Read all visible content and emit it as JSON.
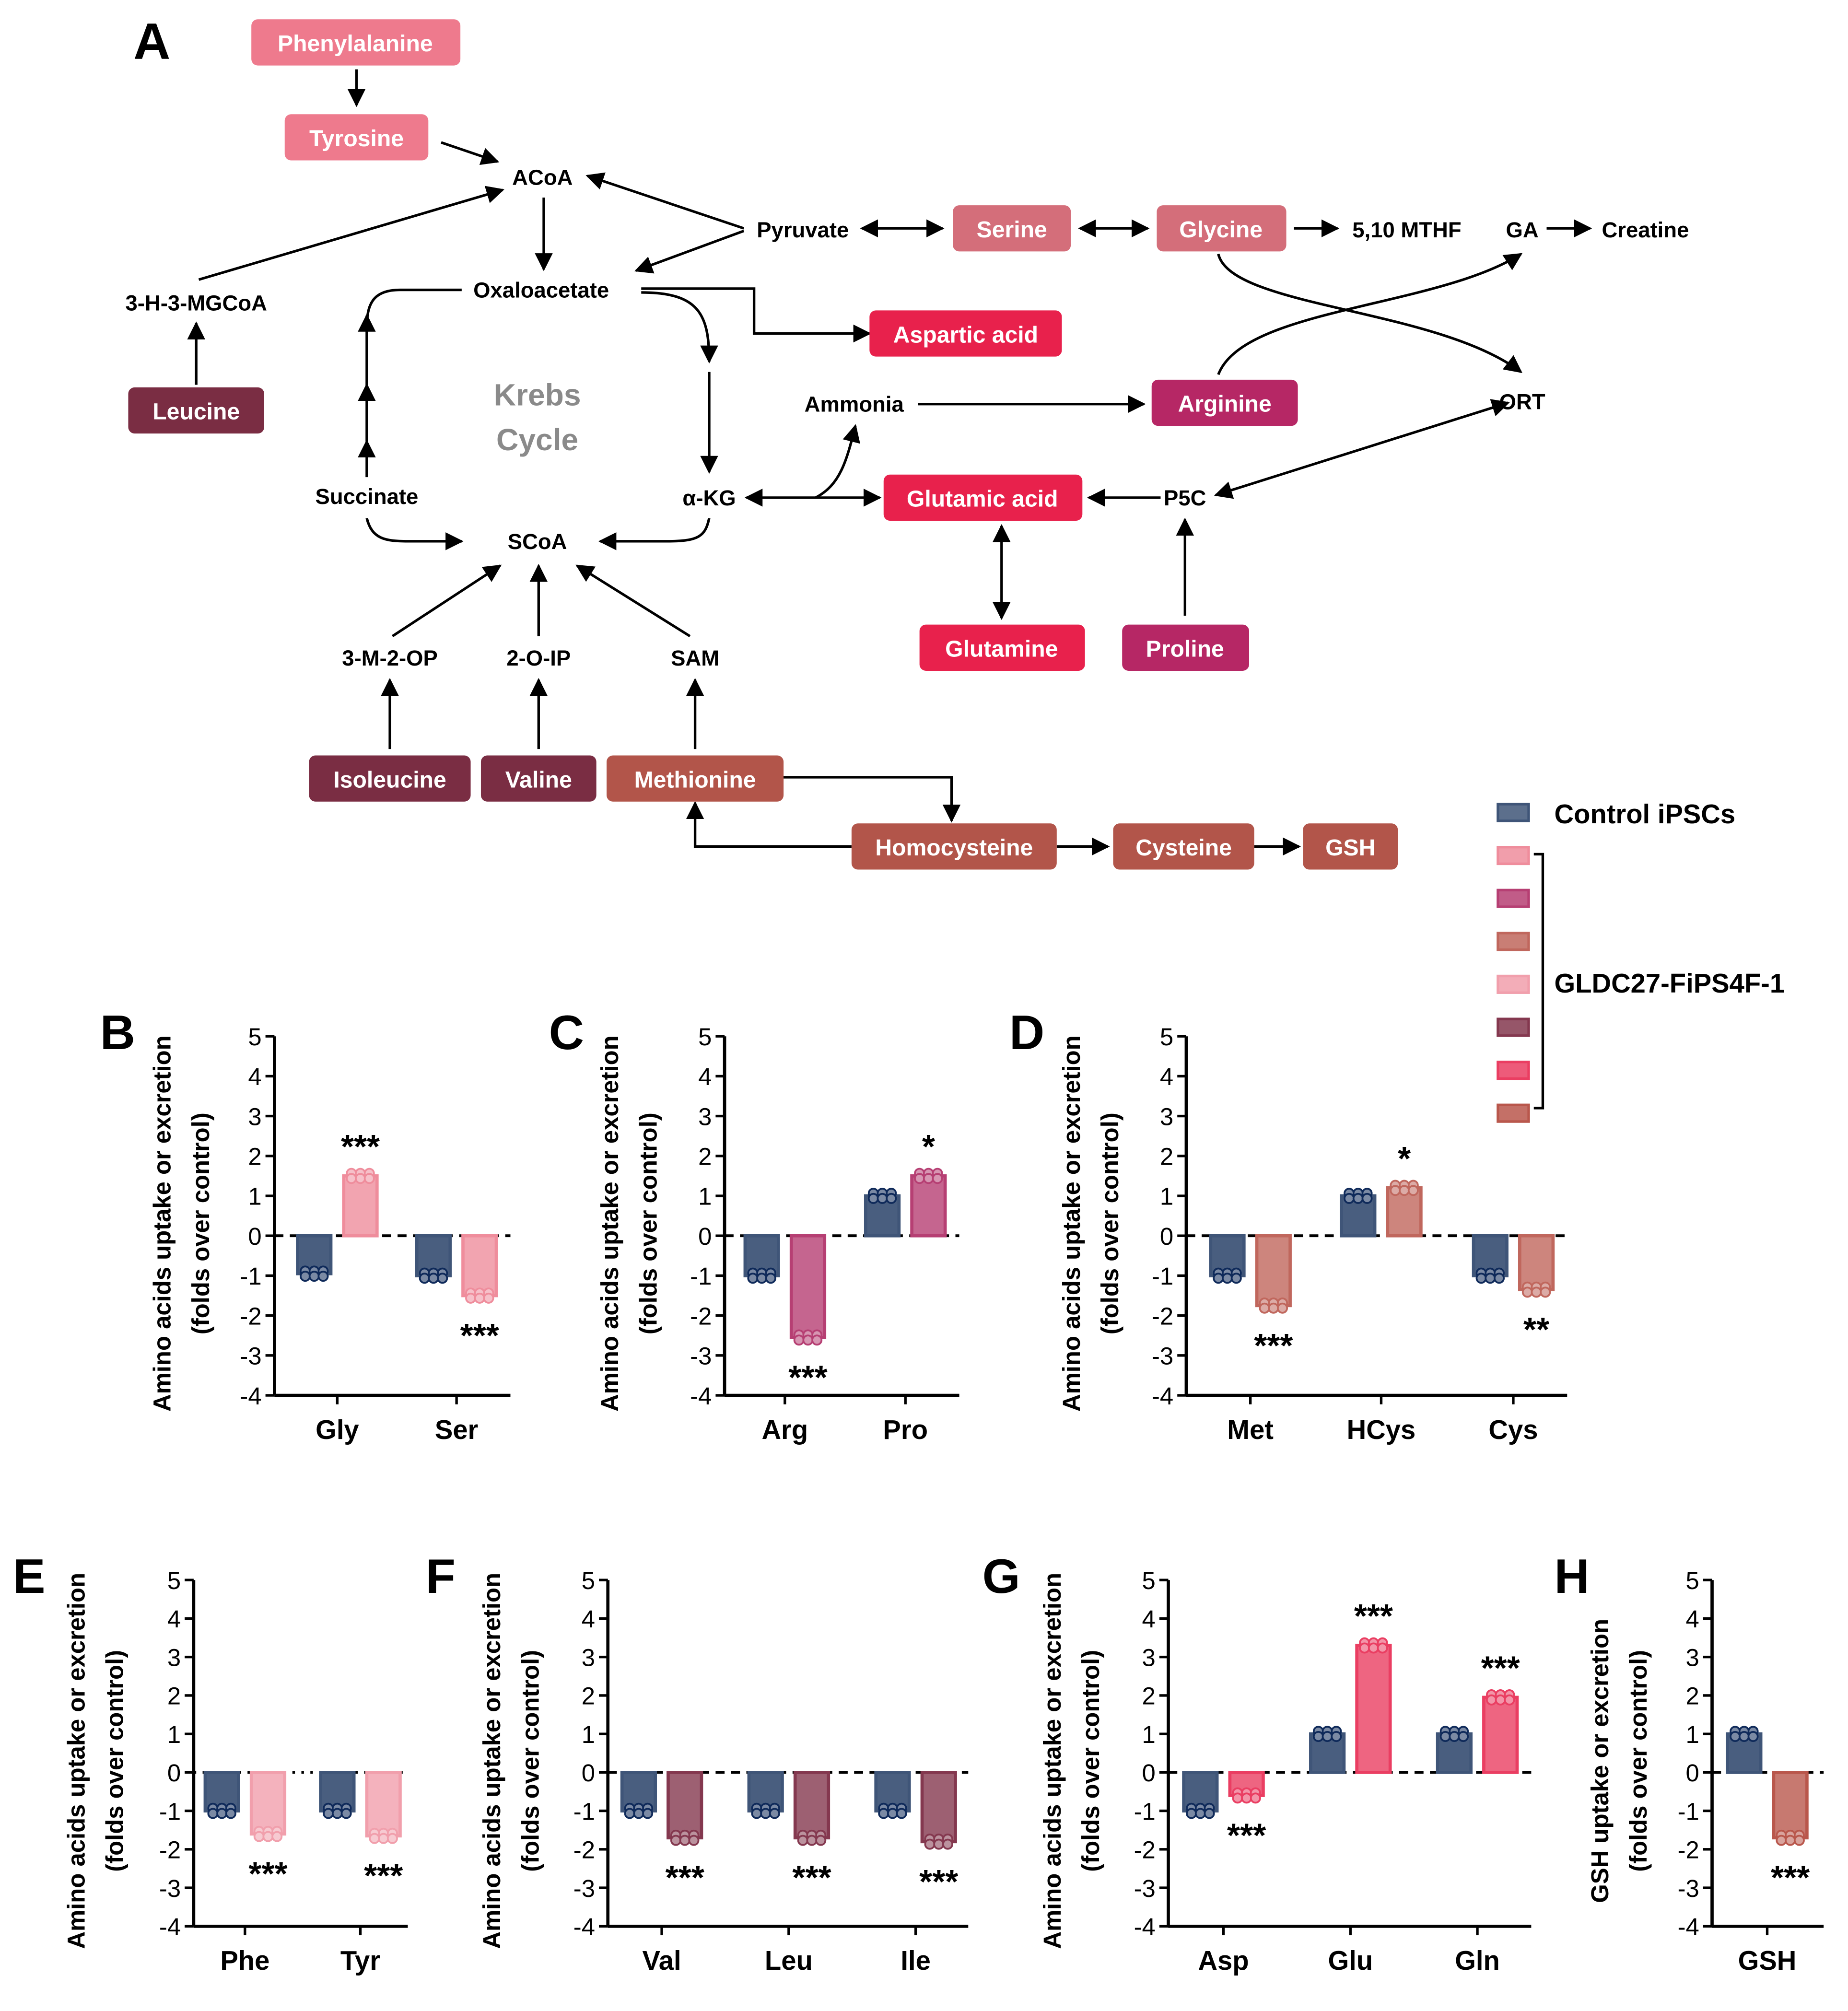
{
  "panel_letters": [
    "A",
    "B",
    "C",
    "D",
    "E",
    "F",
    "G",
    "H"
  ],
  "colors": {
    "control": "#3f5578",
    "control_dot": "#0f2a5a",
    "pink_light": "#ef8d9c",
    "magenta": "#b63f73",
    "rust": "#c0675d",
    "pink_soft": "#f19fac",
    "maroon": "#84384f",
    "red_pink": "#ea3e62",
    "terracotta": "#b9574c",
    "node_phe": "#ee7a8d",
    "node_ser": "#d46e7a",
    "node_red": "#e8214c",
    "node_arg": "#b62765",
    "node_maroon": "#7a2d43",
    "node_rust": "#b2554a",
    "krebs_text": "#8a8a8a"
  },
  "pathway": {
    "boxes": {
      "phe": "Phenylalanine",
      "tyr": "Tyrosine",
      "ser": "Serine",
      "gly": "Glycine",
      "asp": "Aspartic acid",
      "arg": "Arginine",
      "glu": "Glutamic acid",
      "gln": "Glutamine",
      "pro": "Proline",
      "leu": "Leucine",
      "ile": "Isoleucine",
      "val": "Valine",
      "met": "Methionine",
      "hcys": "Homocysteine",
      "cys": "Cysteine",
      "gsh": "GSH"
    },
    "labels": {
      "acoa": "ACoA",
      "pyr": "Pyruvate",
      "mthf": "5,10 MTHF",
      "ga": "GA",
      "creatine": "Creatine",
      "oaa": "Oxaloacetate",
      "hmgcoa": "3-H-3-MGCoA",
      "krebs1": "Krebs",
      "krebs2": "Cycle",
      "ammonia": "Ammonia",
      "ort": "ORT",
      "akg": "α-KG",
      "p5c": "P5C",
      "succ": "Succinate",
      "scoa": "SCoA",
      "m2op": "3-M-2-OP",
      "o2ip": "2-O-IP",
      "sam": "SAM"
    }
  },
  "legend": {
    "control_label": "Control iPSCs",
    "group_label": "GLDC27-FiPS4F-1"
  },
  "ylabel_aa": [
    "Amino acids uptake or excretion",
    "(folds over control)"
  ],
  "ylabel_gsh": [
    "GSH uptake or excretion",
    "(folds over control)"
  ],
  "chart_data": [
    {
      "panel": "B",
      "type": "bar",
      "categories": [
        "Gly",
        "Ser"
      ],
      "ylim": [
        -4,
        5
      ],
      "yticks": [
        "-4",
        "-3",
        "-2",
        "-1",
        "0",
        "1",
        "2",
        "3",
        "4",
        "5"
      ],
      "series": [
        {
          "values": [
            -0.95,
            -1.0
          ]
        },
        {
          "values": [
            1.5,
            -1.5
          ]
        }
      ],
      "significance": [
        "***",
        "***"
      ]
    },
    {
      "panel": "C",
      "type": "bar",
      "categories": [
        "Arg",
        "Pro"
      ],
      "ylim": [
        -4,
        5
      ],
      "yticks": [
        "-4",
        "-3",
        "-2",
        "-1",
        "0",
        "1",
        "2",
        "3",
        "4",
        "5"
      ],
      "series": [
        {
          "values": [
            -1.0,
            1.0
          ]
        },
        {
          "values": [
            -2.55,
            1.5
          ]
        }
      ],
      "significance": [
        "***",
        "*"
      ]
    },
    {
      "panel": "D",
      "type": "bar",
      "categories": [
        "Met",
        "HCys",
        "Cys"
      ],
      "ylim": [
        -4,
        5
      ],
      "yticks": [
        "-4",
        "-3",
        "-2",
        "-1",
        "0",
        "1",
        "2",
        "3",
        "4",
        "5"
      ],
      "series": [
        {
          "values": [
            -1.0,
            1.0,
            -1.0
          ]
        },
        {
          "values": [
            -1.75,
            1.2,
            -1.35
          ]
        }
      ],
      "significance": [
        "***",
        "*",
        "**"
      ]
    },
    {
      "panel": "E",
      "type": "bar",
      "categories": [
        "Phe",
        "Tyr"
      ],
      "ylim": [
        -4,
        5
      ],
      "yticks": [
        "-4",
        "-3",
        "-2",
        "-1",
        "0",
        "1",
        "2",
        "3",
        "4",
        "5"
      ],
      "series": [
        {
          "values": [
            -1.0,
            -1.0
          ]
        },
        {
          "values": [
            -1.6,
            -1.65
          ]
        }
      ],
      "significance": [
        "***",
        "***"
      ]
    },
    {
      "panel": "F",
      "type": "bar",
      "categories": [
        "Val",
        "Leu",
        "Ile"
      ],
      "ylim": [
        -4,
        5
      ],
      "yticks": [
        "-4",
        "-3",
        "-2",
        "-1",
        "0",
        "1",
        "2",
        "3",
        "4",
        "5"
      ],
      "series": [
        {
          "values": [
            -1.0,
            -1.0,
            -1.0
          ]
        },
        {
          "values": [
            -1.7,
            -1.7,
            -1.8
          ]
        }
      ],
      "significance": [
        "***",
        "***",
        "***"
      ]
    },
    {
      "panel": "G",
      "type": "bar",
      "categories": [
        "Asp",
        "Glu",
        "Gln"
      ],
      "ylim": [
        -4,
        5
      ],
      "yticks": [
        "-4",
        "-3",
        "-2",
        "-1",
        "0",
        "1",
        "2",
        "3",
        "4",
        "5"
      ],
      "series": [
        {
          "values": [
            -1.0,
            1.0,
            1.0
          ]
        },
        {
          "values": [
            -0.6,
            3.3,
            1.95
          ]
        }
      ],
      "significance": [
        "***",
        "***",
        "***"
      ]
    },
    {
      "panel": "H",
      "type": "bar",
      "categories": [
        "GSH"
      ],
      "ylim": [
        -4,
        5
      ],
      "yticks": [
        "-4",
        "-3",
        "-2",
        "-1",
        "0",
        "1",
        "2",
        "3",
        "4",
        "5"
      ],
      "series": [
        {
          "values": [
            1.0
          ]
        },
        {
          "values": [
            -1.7
          ]
        }
      ],
      "significance": [
        "***"
      ]
    }
  ]
}
